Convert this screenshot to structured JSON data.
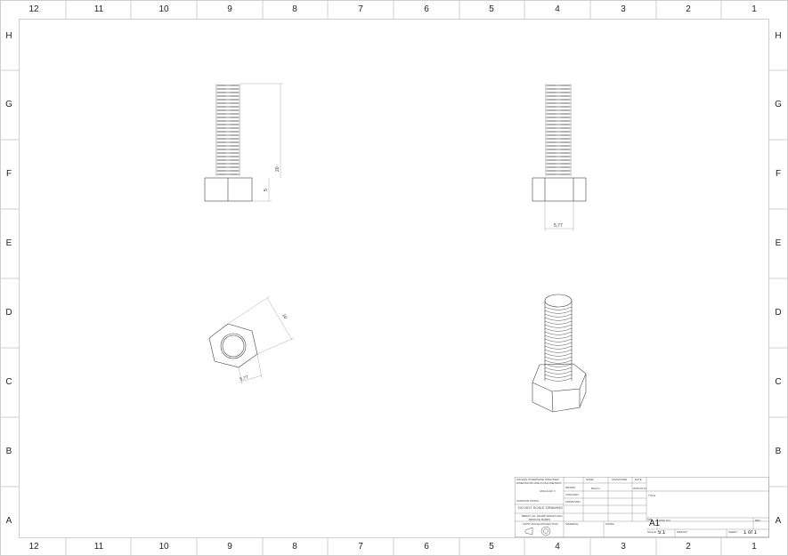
{
  "sheet": {
    "columns": [
      "12",
      "11",
      "10",
      "9",
      "8",
      "7",
      "6",
      "5",
      "4",
      "3",
      "2",
      "1"
    ],
    "rows": [
      "H",
      "G",
      "F",
      "E",
      "D",
      "C",
      "B",
      "A"
    ],
    "border_color": "#cfcfcf",
    "line_color": "#555555"
  },
  "views": {
    "front": {
      "dim_length": "20",
      "dim_head": "5"
    },
    "side": {
      "dim_width": "5,77"
    },
    "top": {
      "dim_across_flats": "10",
      "dim_side": "5,77"
    },
    "isometric": {}
  },
  "title_block": {
    "tolerance_note_1": "UNLESS OTHERWISE SPECIFIED:",
    "tolerance_note_2": "DIMENSIONS ARE IN MILLIMETERS",
    "angular": "ANGULAR: ±",
    "surface_finish": "SURFACE FINISH:",
    "do_not_scale": "DO NOT SCALE DRAWING",
    "break_edges_1": "BREAK ALL SHARP EDGES AND",
    "break_edges_2": "REMOVE BURRS",
    "projection": "FIRST ANGLE PROJECTION",
    "header_name": "NAME",
    "header_signature": "SIGNATURE",
    "header_date": "DATE",
    "drawn_label": "DRAWN",
    "drawn_name": "Bambu",
    "drawn_date": "2025-05-13",
    "checked_label": "CHECKED",
    "approved_label": "APPROVED",
    "material_label": "MATERIAL",
    "finish_label": "FINISH",
    "title_label": "TITLE:",
    "size_label": "SIZE",
    "size_value": "A1",
    "dwg_no_label": "DWG NO.",
    "rev_label": "REV",
    "scale_label": "SCALE:",
    "scale_value": "5:1",
    "weight_label": "WEIGHT:",
    "sheet_label": "SHEET",
    "sheet_value": "1 of 1"
  }
}
